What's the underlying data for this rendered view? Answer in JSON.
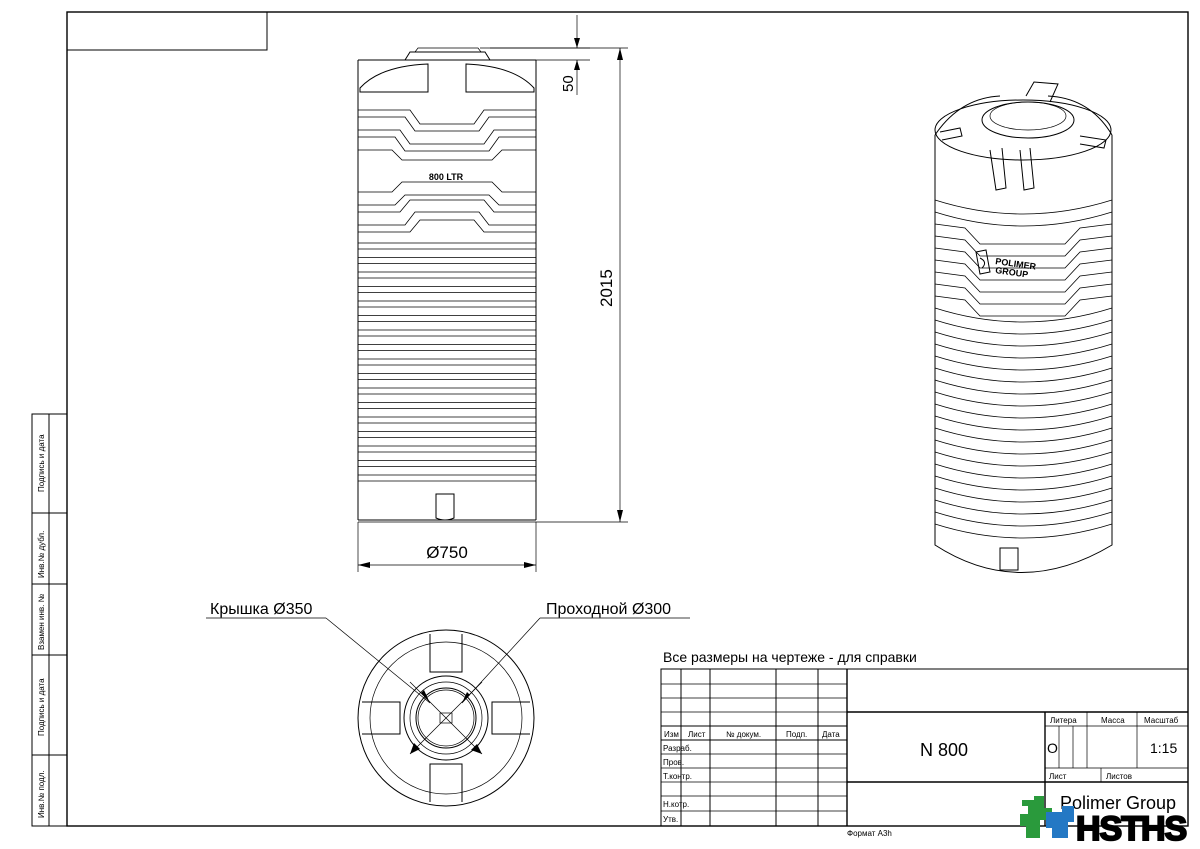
{
  "drawing": {
    "tank_label": "800 LTR",
    "dim_top": "50",
    "dim_height": "2015",
    "dim_diameter": "Ø750",
    "lid_label": "Крышка Ø350",
    "manhole_label": "Проходной Ø300",
    "iso_brand_line1": "POLIMER",
    "iso_brand_line2": "GROUP",
    "note": "Все размеры на чертеже - для справки"
  },
  "side_stamp": {
    "cells": [
      "Подпись и дата",
      "Инв.№ дубл.",
      "Взамен инв. №",
      "Подпись и дата",
      "Инв.№ подл."
    ]
  },
  "title_block": {
    "col_headers": [
      "Изм",
      "Лист",
      "№ докум.",
      "Подп.",
      "Дата"
    ],
    "row_labels": [
      "Разраб.",
      "Пров.",
      "Т.контр.",
      "",
      "Н.котр.",
      "Утв."
    ],
    "designation": "N 800",
    "litera_header": "Литера",
    "mass_header": "Масса",
    "scale_header": "Масштаб",
    "litera_value": "О",
    "scale_value": "1:15",
    "sheet_label": "Лист",
    "sheets_label": "Листов",
    "company": "Polimer Group",
    "format": "Формат А3h"
  },
  "watermark": {
    "text": "HSTHS"
  }
}
